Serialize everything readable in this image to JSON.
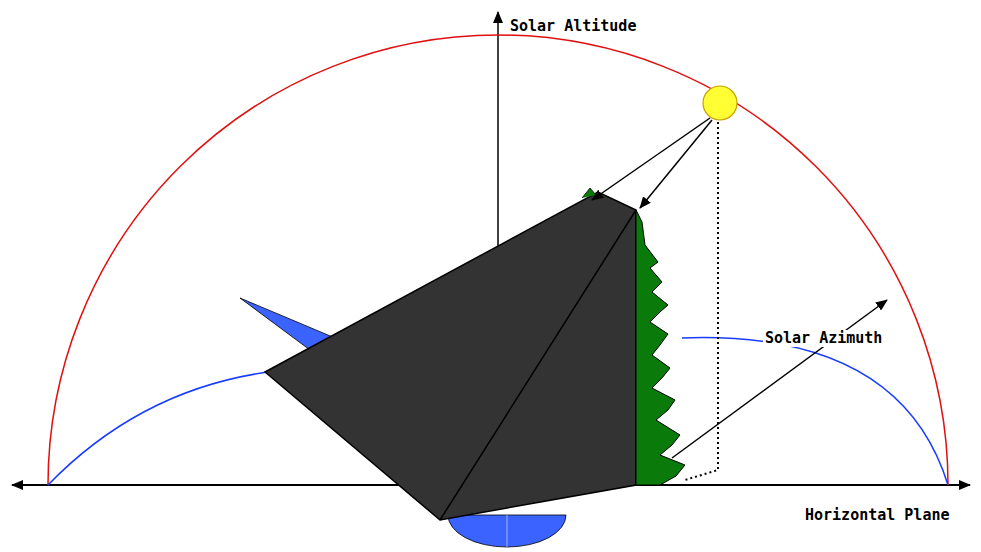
{
  "diagram": {
    "labels": [
      "Solar Altitude",
      "Solar Azimuth",
      "Horizontal Plane"
    ]
  }
}
